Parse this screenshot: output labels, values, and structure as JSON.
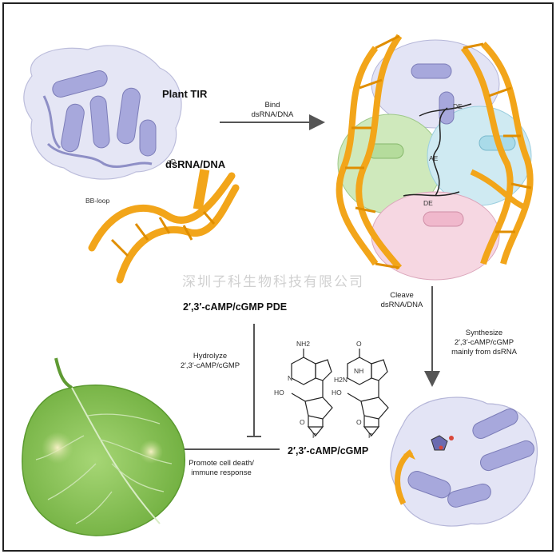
{
  "labels": {
    "plant_tir": "Plant TIR",
    "dsrna_dna": "dsRNA/DNA",
    "alpha_d": "αD",
    "bb_loop": "BB-loop",
    "bind_line1": "Bind",
    "bind_line2": "dsRNA/DNA",
    "de_top": "DE",
    "ae": "AE",
    "de_bottom": "DE",
    "cleave_line1": "Cleave",
    "cleave_line2": "dsRNA/DNA",
    "synth_line1": "Synthesize",
    "synth_line2": "2′,3′-cAMP/cGMP",
    "synth_line3": "mainly from dsRNA",
    "pde": "2′,3′-cAMP/cGMP PDE",
    "hydro_line1": "Hydrolyze",
    "hydro_line2": "2′,3′-cAMP/cGMP",
    "camp_cgmp": "2′,3′-cAMP/cGMP",
    "promote_line1": "Promote cell death/",
    "promote_line2": "immune response",
    "watermark": "深圳子科生物科技有限公司"
  },
  "chem": {
    "nh2": "NH2",
    "h2n": "H2N",
    "o": "O",
    "oh_left": "HO",
    "oh_right": "HO",
    "p": "P",
    "n": "N",
    "nh": "NH"
  },
  "colors": {
    "dna": "#f2a51a",
    "tir_purple": "#a7a8dc",
    "tir_surface": "#e3e4f5",
    "green": "#bfe3a8",
    "cyan": "#bfe6f0",
    "pink": "#f4c9d8",
    "leaf": "#8dc65a",
    "arrow": "#555555"
  }
}
